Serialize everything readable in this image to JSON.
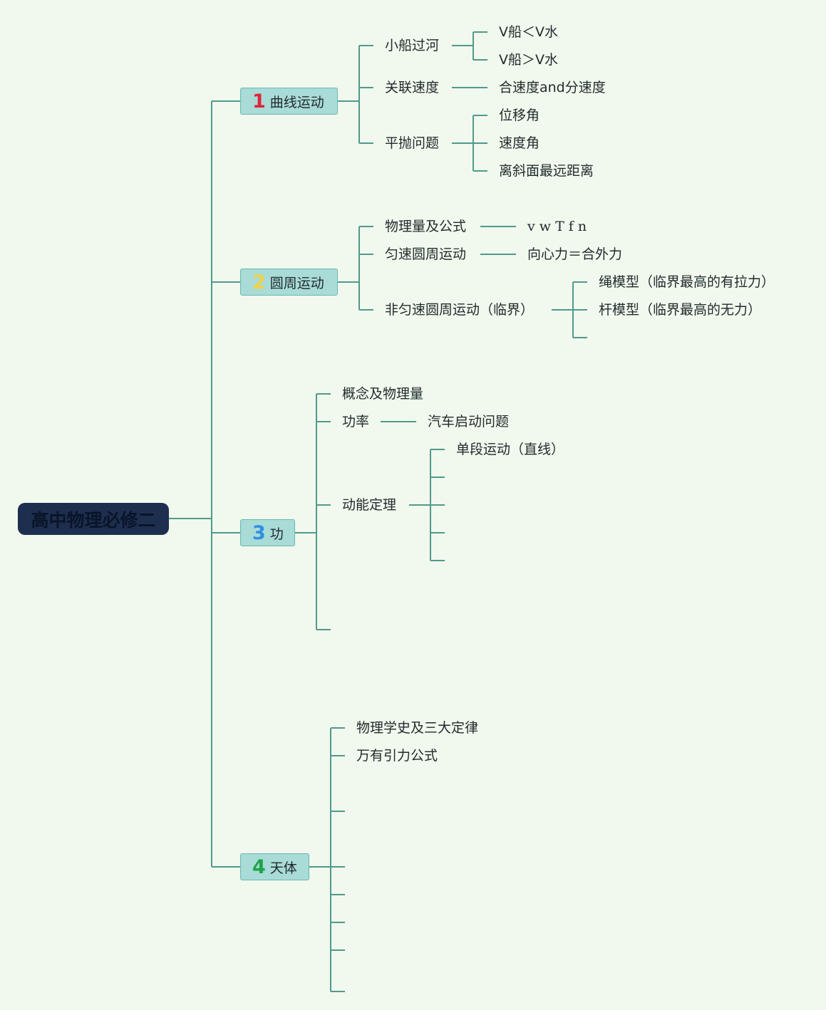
{
  "root": {
    "label": "高中物理必修二"
  },
  "colors": {
    "line": "#4f9a8c",
    "root_bg": "#1d2e4f",
    "category_bg": "#a9dbd7",
    "num1": "#e0243b",
    "num2": "#f2d146",
    "num3": "#2f8fe0",
    "num4": "#21a24a"
  },
  "categories": [
    {
      "number": "1",
      "label": "曲线运动",
      "children": [
        {
          "label": "小船过河",
          "children": [
            {
              "label": "V船＜V水"
            },
            {
              "label": "V船＞V水"
            }
          ]
        },
        {
          "label": "关联速度",
          "children": [
            {
              "label": "合速度and分速度"
            }
          ]
        },
        {
          "label": "平抛问题",
          "children": [
            {
              "label": "位移角"
            },
            {
              "label": "速度角"
            },
            {
              "label": "离斜面最远距离"
            }
          ]
        }
      ]
    },
    {
      "number": "2",
      "label": "圆周运动",
      "children": [
        {
          "label": "物理量及公式",
          "children": [
            {
              "label": "v w T f n"
            }
          ]
        },
        {
          "label": "匀速圆周运动",
          "children": [
            {
              "label": "向心力＝合外力"
            }
          ]
        },
        {
          "label": "非匀速圆周运动（临界）",
          "children": [
            {
              "label": "绳模型（临界最高的有拉力）"
            },
            {
              "label": "杆模型（临界最高的无力）"
            }
          ]
        }
      ]
    },
    {
      "number": "3",
      "label": "功",
      "children": [
        {
          "label": "概念及物理量"
        },
        {
          "label": "功率",
          "children": [
            {
              "label": "汽车启动问题"
            }
          ]
        },
        {
          "label": "动能定理",
          "children": [
            {
              "label": "单段运动（直线）"
            }
          ]
        }
      ]
    },
    {
      "number": "4",
      "label": "天体",
      "children": [
        {
          "label": "物理学史及三大定律"
        },
        {
          "label": "万有引力公式"
        }
      ]
    }
  ]
}
